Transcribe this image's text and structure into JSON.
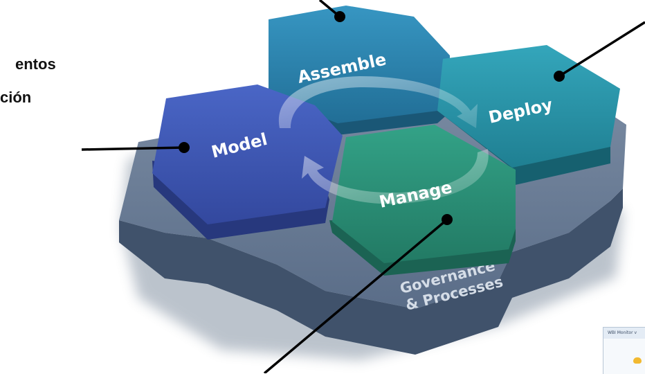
{
  "side_text": {
    "line1": "entos",
    "line2": "ción"
  },
  "hexagons": {
    "assemble": {
      "label": "Assemble",
      "color": "#2e7fa8"
    },
    "deploy": {
      "label": "Deploy",
      "color": "#2a93a6"
    },
    "model": {
      "label": "Model",
      "color": "#3c55b0"
    },
    "manage": {
      "label": "Manage",
      "color": "#2a8f79"
    }
  },
  "base": {
    "line1": "Governance",
    "line2": "& Processes",
    "color": "#4f6581"
  },
  "thumbnail": {
    "title": "WBI Monitor v"
  }
}
